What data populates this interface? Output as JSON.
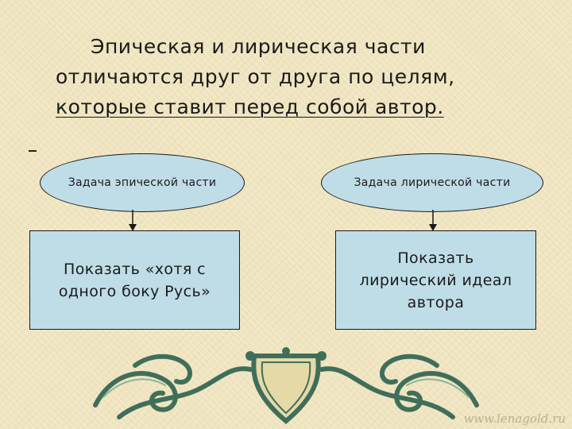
{
  "title": {
    "line1": "Эпическая и лирическая части",
    "line2": "отличаются друг от друга по целям,",
    "line3": "которые ставит перед собой автор."
  },
  "diagram": {
    "left": {
      "oval_label": "Задача эпической части",
      "box_text": "Показать «хотя с одного боку Русь»"
    },
    "right": {
      "oval_label": "Задача лирической части",
      "box_text": "Показать лирический идеал автора"
    }
  },
  "watermark": "www.lenagold.ru",
  "colors": {
    "background": "#efe4bf",
    "shape_fill": "#bfdde7",
    "ornament": "#3f6f5a"
  }
}
